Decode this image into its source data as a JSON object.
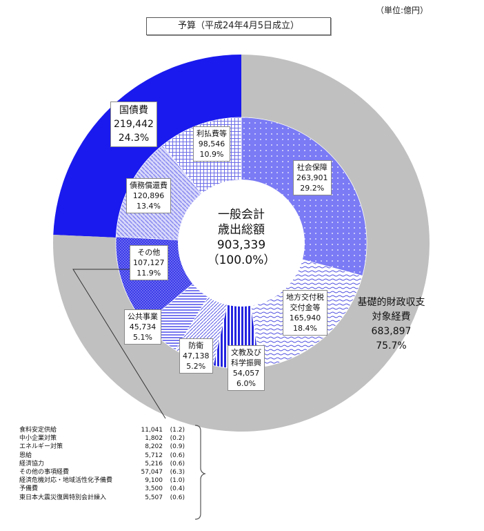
{
  "unit": "（単位:億円）",
  "title": "予算（平成24年4月5日成立）",
  "chart_data": {
    "type": "pie",
    "title": "一般会計歳出総額",
    "total": {
      "label_lines": [
        "一般会計",
        "歳出総額"
      ],
      "value": "903,339",
      "pct": "（100.0%）"
    },
    "outer": [
      {
        "name": "国債費",
        "value": "219,442",
        "pct": "24.3%",
        "share": 24.3,
        "color": "#1a1aee"
      },
      {
        "name": "基礎的財政収支対象経費",
        "name_lines": [
          "基礎的財政収支",
          "対象経費"
        ],
        "value": "683,897",
        "pct": "75.7%",
        "share": 75.7,
        "color": "#c0c0c0"
      }
    ],
    "inner": [
      {
        "name": "社会保障",
        "name_lines": [
          "社会保障"
        ],
        "value": "263,901",
        "pct": "29.2%",
        "share": 29.2,
        "pattern": "dots"
      },
      {
        "name": "地方交付税交付金等",
        "name_lines": [
          "地方交付税",
          "交付金等"
        ],
        "value": "165,940",
        "pct": "18.4%",
        "share": 18.4,
        "pattern": "waves"
      },
      {
        "name": "文教及び科学振興",
        "name_lines": [
          "文教及び",
          "科学振興"
        ],
        "value": "54,057",
        "pct": "6.0%",
        "share": 6.0,
        "pattern": "vstripes"
      },
      {
        "name": "防衛",
        "name_lines": [
          "防衛"
        ],
        "value": "47,138",
        "pct": "5.2%",
        "share": 5.2,
        "pattern": "diag"
      },
      {
        "name": "公共事業",
        "name_lines": [
          "公共事業"
        ],
        "value": "45,734",
        "pct": "5.1%",
        "share": 5.1,
        "pattern": "hlines"
      },
      {
        "name": "その他",
        "name_lines": [
          "その他"
        ],
        "value": "107,127",
        "pct": "11.9%",
        "share": 11.9,
        "pattern": "checker"
      },
      {
        "name": "債務償還費",
        "name_lines": [
          "債務償還費"
        ],
        "value": "120,896",
        "pct": "13.4%",
        "share": 13.4,
        "pattern": "diag2"
      },
      {
        "name": "利払費等",
        "name_lines": [
          "利払費等"
        ],
        "value": "98,546",
        "pct": "10.9%",
        "share": 10.9,
        "pattern": "grid"
      }
    ],
    "other_breakdown": [
      {
        "name": "食料安定供給",
        "value": "11,041",
        "pct": "(1.2)"
      },
      {
        "name": "中小企業対策",
        "value": "1,802",
        "pct": "(0.2)"
      },
      {
        "name": "エネルギー対策",
        "value": "8,202",
        "pct": "(0.9)"
      },
      {
        "name": "恩給",
        "value": "5,712",
        "pct": "(0.6)"
      },
      {
        "name": "経済協力",
        "value": "5,216",
        "pct": "(0.6)"
      },
      {
        "name": "その他の事項経費",
        "value": "57,047",
        "pct": "(6.3)"
      },
      {
        "name": "経済危機対応・地域活性化予備費",
        "value": "9,100",
        "pct": "(1.0)"
      },
      {
        "name": "予備費",
        "value": "3,500",
        "pct": "(0.4)"
      },
      {
        "name": "東日本大震災復興特別会計繰入",
        "value": "5,507",
        "pct": "(0.6)"
      }
    ]
  }
}
